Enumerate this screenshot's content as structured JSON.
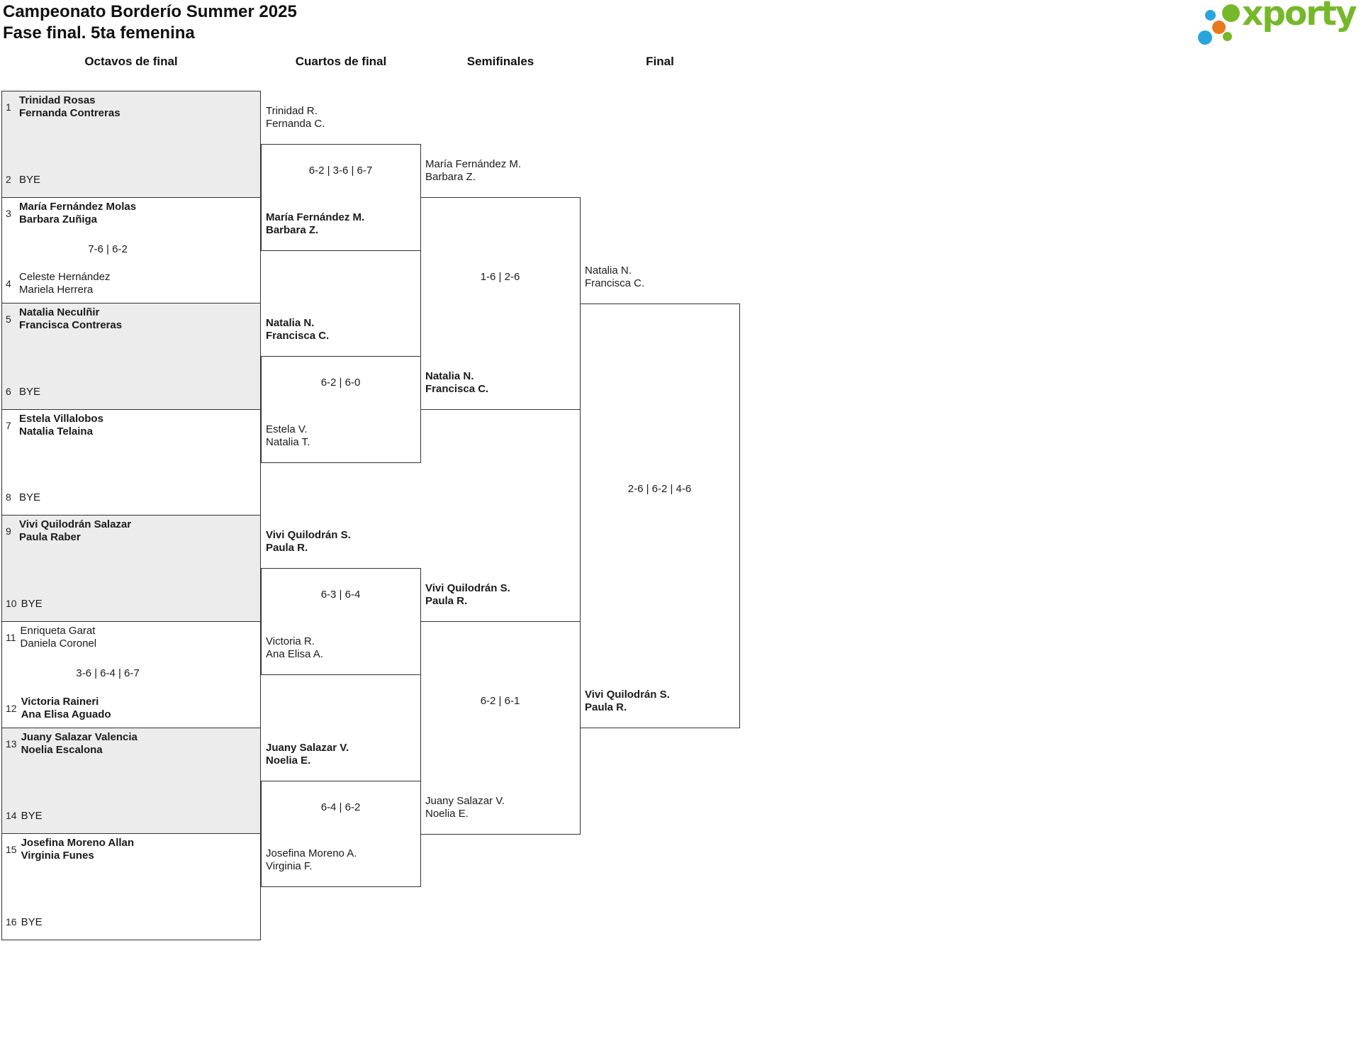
{
  "header": {
    "title": "Campeonato Borderío Summer 2025",
    "subtitle": "Fase final. 5ta femenina",
    "logo_text": "xporty"
  },
  "colors": {
    "logo_green": "#76b82a",
    "logo_blue": "#29a5dc",
    "logo_orange": "#e8791d",
    "line": "#333333",
    "shaded_row_bg": "#ececec",
    "text": "#1a1a1a"
  },
  "columns": [
    {
      "label": "Octavos de final"
    },
    {
      "label": "Cuartos de final"
    },
    {
      "label": "Semifinales"
    },
    {
      "label": "Final"
    }
  ],
  "bracket": {
    "octavos": [
      {
        "seed_top": "1",
        "top": [
          "Trinidad Rosas",
          "Fernanda Contreras"
        ],
        "top_winner": true,
        "seed_bottom": "2",
        "bottom": "BYE",
        "bottom_winner": false,
        "score": ""
      },
      {
        "seed_top": "3",
        "top": [
          "María Fernández Molas",
          "Barbara Zuñiga"
        ],
        "top_winner": true,
        "seed_bottom": "4",
        "bottom": [
          "Celeste Hernández",
          "Mariela Herrera"
        ],
        "bottom_winner": false,
        "score": "7-6 | 6-2"
      },
      {
        "seed_top": "5",
        "top": [
          "Natalia Neculñir",
          "Francisca Contreras"
        ],
        "top_winner": true,
        "seed_bottom": "6",
        "bottom": "BYE",
        "bottom_winner": false,
        "score": ""
      },
      {
        "seed_top": "7",
        "top": [
          "Estela Villalobos",
          "Natalia Telaina"
        ],
        "top_winner": true,
        "seed_bottom": "8",
        "bottom": "BYE",
        "bottom_winner": false,
        "score": ""
      },
      {
        "seed_top": "9",
        "top": [
          "Vivi Quilodrán Salazar",
          "Paula Raber"
        ],
        "top_winner": true,
        "seed_bottom": "10",
        "bottom": "BYE",
        "bottom_winner": false,
        "score": ""
      },
      {
        "seed_top": "11",
        "top": [
          "Enriqueta Garat",
          "Daniela Coronel"
        ],
        "top_winner": false,
        "seed_bottom": "12",
        "bottom": [
          "Victoria Raineri",
          "Ana Elisa Aguado"
        ],
        "bottom_winner": true,
        "score": "3-6 | 6-4 | 6-7"
      },
      {
        "seed_top": "13",
        "top": [
          "Juany Salazar Valencia",
          "Noelia Escalona"
        ],
        "top_winner": true,
        "seed_bottom": "14",
        "bottom": "BYE",
        "bottom_winner": false,
        "score": ""
      },
      {
        "seed_top": "15",
        "top": [
          "Josefina Moreno Allan",
          "Virginia Funes"
        ],
        "top_winner": true,
        "seed_bottom": "16",
        "bottom": "BYE",
        "bottom_winner": false,
        "score": ""
      }
    ],
    "cuartos": [
      {
        "top": [
          "Trinidad R.",
          "Fernanda C."
        ],
        "top_winner": false,
        "bottom": [
          "María Fernández M.",
          "Barbara Z."
        ],
        "bottom_winner": true,
        "score": "6-2 | 3-6 | 6-7"
      },
      {
        "top": [
          "Natalia N.",
          "Francisca C."
        ],
        "top_winner": true,
        "bottom": [
          "Estela V.",
          "Natalia T."
        ],
        "bottom_winner": false,
        "score": "6-2 | 6-0"
      },
      {
        "top": [
          "Vivi Quilodrán S.",
          "Paula R."
        ],
        "top_winner": true,
        "bottom": [
          "Victoria R.",
          "Ana Elisa A."
        ],
        "bottom_winner": false,
        "score": "6-3 | 6-4"
      },
      {
        "top": [
          "Juany Salazar V.",
          "Noelia E."
        ],
        "top_winner": true,
        "bottom": [
          "Josefina Moreno A.",
          "Virginia F."
        ],
        "bottom_winner": false,
        "score": "6-4 | 6-2"
      }
    ],
    "semifinales": [
      {
        "top": [
          "María Fernández M.",
          "Barbara Z."
        ],
        "top_winner": false,
        "bottom": [
          "Natalia N.",
          "Francisca C."
        ],
        "bottom_winner": true,
        "score": "1-6 | 2-6"
      },
      {
        "top": [
          "Vivi Quilodrán S.",
          "Paula R."
        ],
        "top_winner": true,
        "bottom": [
          "Juany Salazar V.",
          "Noelia E."
        ],
        "bottom_winner": false,
        "score": "6-2 | 6-1"
      }
    ],
    "final": [
      {
        "top": [
          "Natalia N.",
          "Francisca C."
        ],
        "top_winner": false,
        "bottom": [
          "Vivi Quilodrán S.",
          "Paula R."
        ],
        "bottom_winner": true,
        "score": "2-6 | 6-2 | 4-6"
      }
    ]
  }
}
